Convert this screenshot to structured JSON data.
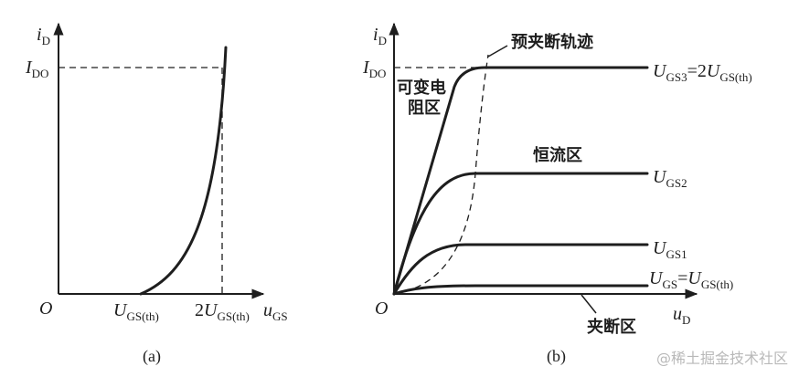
{
  "panel_a": {
    "y_axis_label": {
      "main": "i",
      "sub": "D"
    },
    "x_axis_label": {
      "main": "u",
      "sub": "GS"
    },
    "origin_label": "O",
    "ido_label": {
      "main": "I",
      "sub": "DO"
    },
    "x_tick_1": {
      "main": "U",
      "sub": "GS(th)"
    },
    "x_tick_2": {
      "pre": "2",
      "main": "U",
      "sub": "GS(th)"
    },
    "caption": "(a)"
  },
  "panel_b": {
    "y_axis_label": {
      "main": "i",
      "sub": "D"
    },
    "x_axis_label": {
      "main": "u",
      "sub": "D"
    },
    "origin_label": "O",
    "ido_label": {
      "main": "I",
      "sub": "DO"
    },
    "region_variable_resistance_line1": "可变电",
    "region_variable_resistance_line2": "阻区",
    "region_constant_current": "恒流区",
    "region_cutoff": "夹断区",
    "pinchoff_locus_label": "预夹断轨迹",
    "curve_labels": {
      "ugs3": {
        "main": "U",
        "sub": "GS3",
        "eq": "=2",
        "main2": "U",
        "sub2": "GS(th)"
      },
      "ugs2": {
        "main": "U",
        "sub": "GS2"
      },
      "ugs1": {
        "main": "U",
        "sub": "GS1"
      },
      "ugs_th": {
        "main": "U",
        "sub": "GS",
        "eq": "=",
        "main2": "U",
        "sub2": "GS(th)"
      }
    },
    "caption": "(b)"
  },
  "watermark": "@稀土掘金技术社区"
}
